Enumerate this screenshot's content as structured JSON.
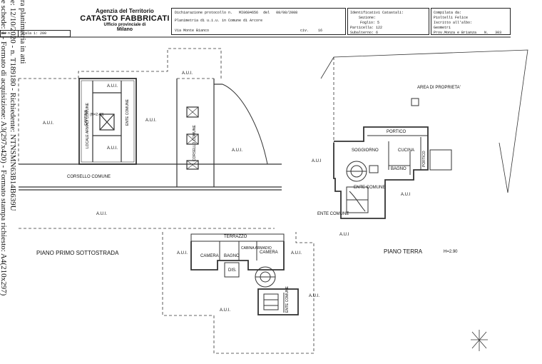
{
  "sidebar": {
    "line1": "ra planimetria in atti",
    "line2": "e: 12/10/2020 - n. T189180 - Richiedente: NTNSMN63B14B639U",
    "line3": "e schede: 1 - Formato di acquisizione: A3(297x420) - Formato stampa richiesto: A4(210x297)"
  },
  "header": {
    "agency": "Agenzia del Territorio",
    "title": "CATASTO FABBRICATI",
    "office": "Ufficio provinciale di",
    "city": "Milano",
    "scale_prefix": "da n",
    "scale": "Scala 1: 200",
    "decl_label": "Dichiarazione protocollo n.",
    "decl_number": "MI0684656",
    "decl_del": "del",
    "decl_date": "08/08/2008",
    "plan_text": "Planimetria di u.i.u. in Comune di Arcore",
    "street": "Via Monte Bianco",
    "civ_label": "civ.",
    "civ": "16",
    "ident_title": "Identificativi Catastali:",
    "sezione": "Sezione:",
    "foglio": "Foglio: 5",
    "particella": "Particella: 122",
    "subalterno": "Subalterno: 6",
    "compilata_label": "Compilata da:",
    "compilata_name": "Pioltelli Felice",
    "iscritto": "Iscritto all'albo:",
    "albo": "Geometri",
    "prov": "Prov.Monza e Brianza",
    "num_label": "N.",
    "num": "303"
  },
  "labels": {
    "aui": "A.U.I.",
    "aui_alt": "A.U.I",
    "corsello": "CORSELLO COMUNE",
    "corsello_v": "CORSELLO COMUNE",
    "cantina": "CANTINA",
    "cantina_h": "(H=2.40)",
    "locale": "LOCALE ARMADI COMUNE",
    "ente_comune": "ENTE COMUNE",
    "piano_primo": "PIANO PRIMO SOTTOSTRADA",
    "piano_terra": "PIANO TERRA",
    "h290": "H=2.90",
    "area": "AREA DI PROPRIETA'",
    "portico": "PORTICO",
    "soggiorno": "SOGGIORNO",
    "cucina": "CUCINA",
    "bagno": "BAGNO",
    "terrazzo": "TERRAZZO",
    "camera": "CAMERA",
    "cabina": "CABINA ARMADIO",
    "dis": "DIS."
  }
}
